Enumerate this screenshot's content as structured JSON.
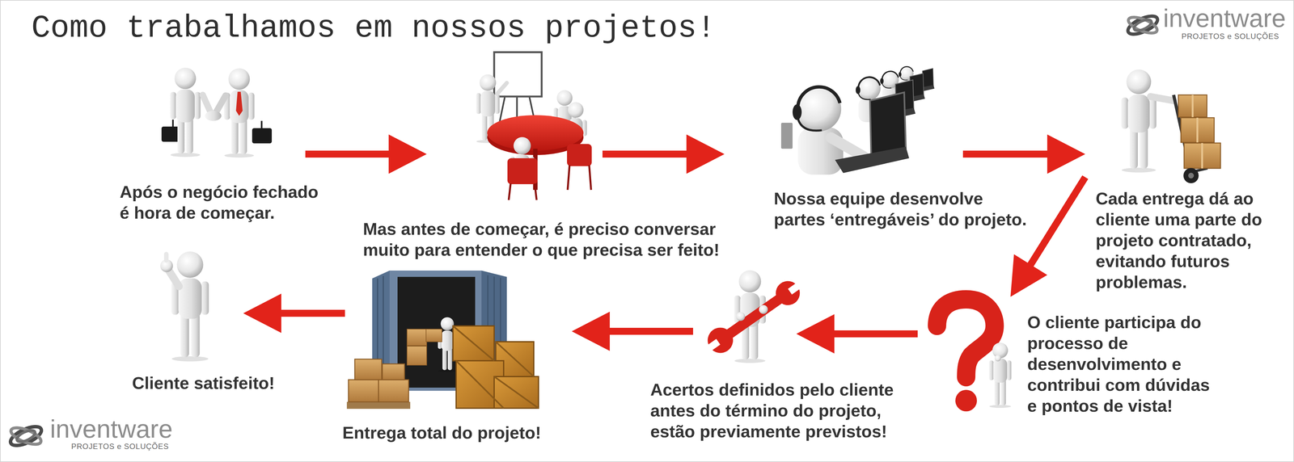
{
  "diagram": {
    "title": "Como trabalhamos em nossos projetos!",
    "nodes": [
      {
        "text": [
          "Após o negócio fechado é hora de começar."
        ]
      },
      {
        "text": [
          "Mas antes de começar, é preciso conversar muito para entender o que precisa ser feito!"
        ]
      },
      {
        "text": [
          "Nossa equipe desenvolve partes ‘entregáveis’ do projeto."
        ]
      },
      {
        "text": [
          "Cada entrega dá ao cliente uma parte do projeto contratado, evitando futuros problemas."
        ]
      },
      {
        "text": [
          "O cliente participa do processo de desenvolvimento e contribui com dúvidas e pontos de vista!"
        ]
      },
      {
        "text": [
          "Acertos definidos pelo cliente antes do término do projeto, estão previamente previstos!"
        ]
      },
      {
        "text": [
          "Entrega total do projeto!"
        ]
      },
      {
        "text": [
          "Cliente satisfeito!"
        ]
      }
    ],
    "edges": [
      {
        "from": 0,
        "to": 1,
        "arrow": "to"
      },
      {
        "from": 1,
        "to": 2,
        "arrow": "to"
      },
      {
        "from": 2,
        "to": 3,
        "arrow": "to"
      },
      {
        "from": 3,
        "to": 4,
        "arrow": "to"
      },
      {
        "from": 4,
        "to": 5,
        "arrow": "to"
      },
      {
        "from": 5,
        "to": 6,
        "arrow": "to"
      },
      {
        "from": 6,
        "to": 7,
        "arrow": "to"
      }
    ],
    "labels": [
      "inventware",
      "PROJETOS e SOLUÇÕES",
      "inventware",
      "PROJETOS e SOLUÇÕES"
    ]
  }
}
